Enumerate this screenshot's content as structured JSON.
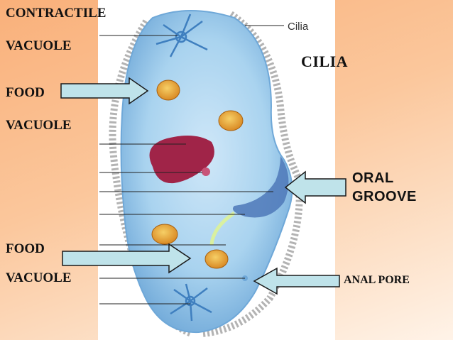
{
  "labels": {
    "contractile_line1": "CONTRACTILE",
    "contractile_line2": "VACUOLE",
    "food1_line1": "FOOD",
    "food1_line2": "VACUOLE",
    "cilia": "CILIA",
    "oral_line1": "ORAL",
    "oral_line2": "GROOVE",
    "food2_line1": "FOOD",
    "food2_line2": "VACUOLE",
    "anal_pore": "ANAL PORE"
  },
  "image_text": {
    "cilia_tag": "Cilia"
  },
  "colors": {
    "background": "#fbc79c",
    "body_fill": "#a9d3ef",
    "body_edge": "#6fa8d8",
    "nucleus": "#a02448",
    "food_vacuole": "#e8a23c",
    "arrow_fill": "#bfe3ea",
    "arrow_stroke": "#1a1a1a",
    "cilia_lines": "#444444",
    "photo_panel": "#ffffff"
  },
  "icons": [
    "arrow-right-icon",
    "arrow-left-icon",
    "contractile-vacuole-star-icon"
  ]
}
